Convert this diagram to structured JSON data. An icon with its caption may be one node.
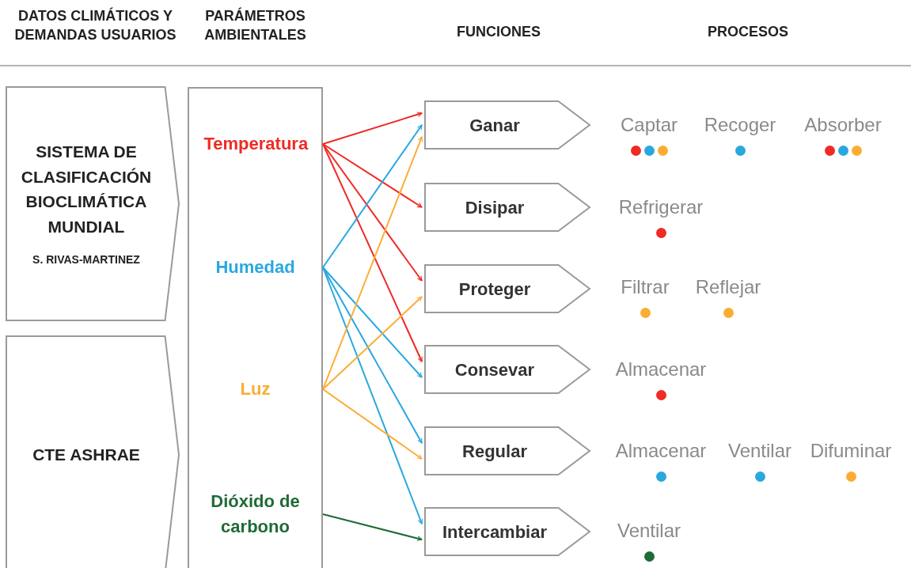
{
  "diagram": {
    "nodes": [
      {
        "text": [
          "SISTEMA DE CLASIFICACIÓN BIOCLIMÁTICA MUNDIAL",
          "S. RIVAS-MARTINEZ"
        ]
      },
      {
        "text": [
          "CTE ASHRAE"
        ]
      },
      {
        "text": [],
        "shape": "box"
      },
      {
        "text": [
          "Temperatura"
        ],
        "in": 2
      },
      {
        "text": [
          "Humedad"
        ],
        "in": 2
      },
      {
        "text": [
          "Luz"
        ],
        "in": 2
      },
      {
        "text": [
          "Dióxido de carbono"
        ],
        "in": 2
      },
      {
        "text": [
          "Ganar"
        ]
      },
      {
        "text": [
          "Disipar"
        ]
      },
      {
        "text": [
          "Proteger"
        ]
      },
      {
        "text": [
          "Consevar"
        ]
      },
      {
        "text": [
          "Regular"
        ]
      },
      {
        "text": [
          "Intercambiar"
        ]
      }
    ],
    "edges": [
      {
        "from": 3,
        "to": 7,
        "arrow": "to",
        "color": "#ee2b24"
      },
      {
        "from": 3,
        "to": 8,
        "arrow": "to",
        "color": "#ee2b24"
      },
      {
        "from": 3,
        "to": 9,
        "arrow": "to",
        "color": "#ee2b24"
      },
      {
        "from": 3,
        "to": 10,
        "arrow": "to",
        "color": "#ee2b24"
      },
      {
        "from": 4,
        "to": 7,
        "arrow": "to",
        "color": "#29a8e0"
      },
      {
        "from": 4,
        "to": 10,
        "arrow": "to",
        "color": "#29a8e0"
      },
      {
        "from": 4,
        "to": 11,
        "arrow": "to",
        "color": "#29a8e0"
      },
      {
        "from": 4,
        "to": 12,
        "arrow": "to",
        "color": "#29a8e0"
      },
      {
        "from": 5,
        "to": 7,
        "arrow": "to",
        "color": "#fbad33"
      },
      {
        "from": 5,
        "to": 9,
        "arrow": "to",
        "color": "#fbad33"
      },
      {
        "from": 5,
        "to": 11,
        "arrow": "to",
        "color": "#fbad33"
      },
      {
        "from": 6,
        "to": 12,
        "arrow": "to",
        "color": "#1e6b35"
      }
    ],
    "labels": [
      "DATOS CLIMÁTICOS Y DEMANDAS USUARIOS",
      "PARÁMETROS AMBIENTALES",
      "FUNCIONES",
      "PROCESOS",
      "Captar",
      "Recoger",
      "Absorber",
      "Refrigerar",
      "Filtrar",
      "Reflejar",
      "Almacenar",
      "Almacenar",
      "Ventilar",
      "Difuminar",
      "Ventilar"
    ]
  }
}
